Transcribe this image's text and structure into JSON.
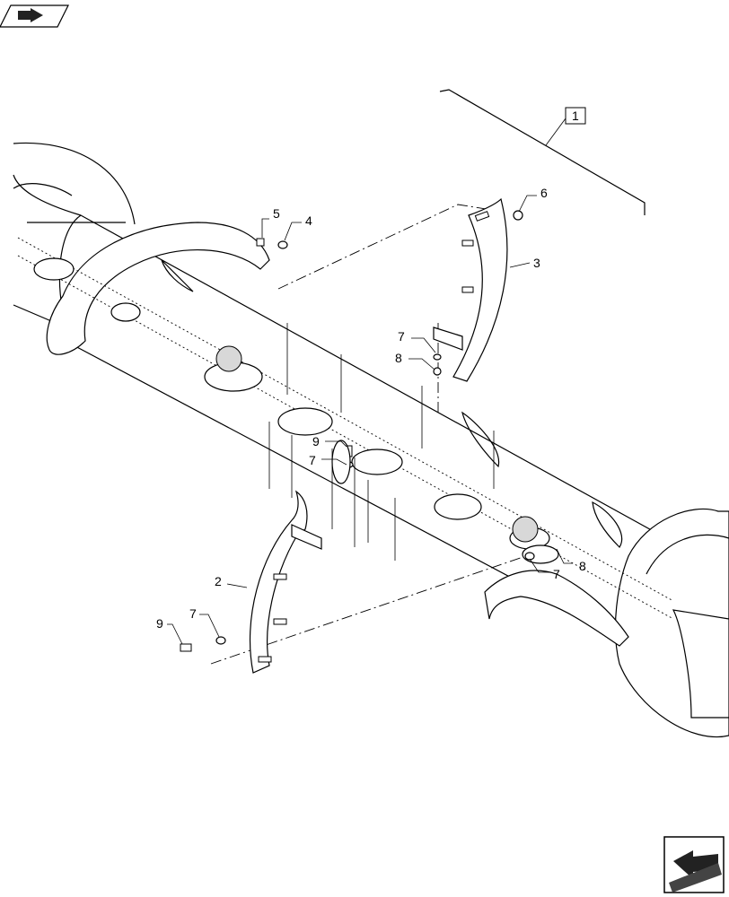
{
  "callouts": {
    "c1": "1",
    "c2": "2",
    "c3": "3",
    "c4": "4",
    "c5": "5",
    "c6": "6",
    "c7a": "7",
    "c8a": "8",
    "c9a": "9",
    "c7b": "7",
    "c7c": "7",
    "c8b": "8",
    "c9b": "9",
    "c7d": "7"
  },
  "icons": {
    "top_left": "navigation-arrow-icon",
    "bottom_right": "next-page-arrow-icon"
  }
}
